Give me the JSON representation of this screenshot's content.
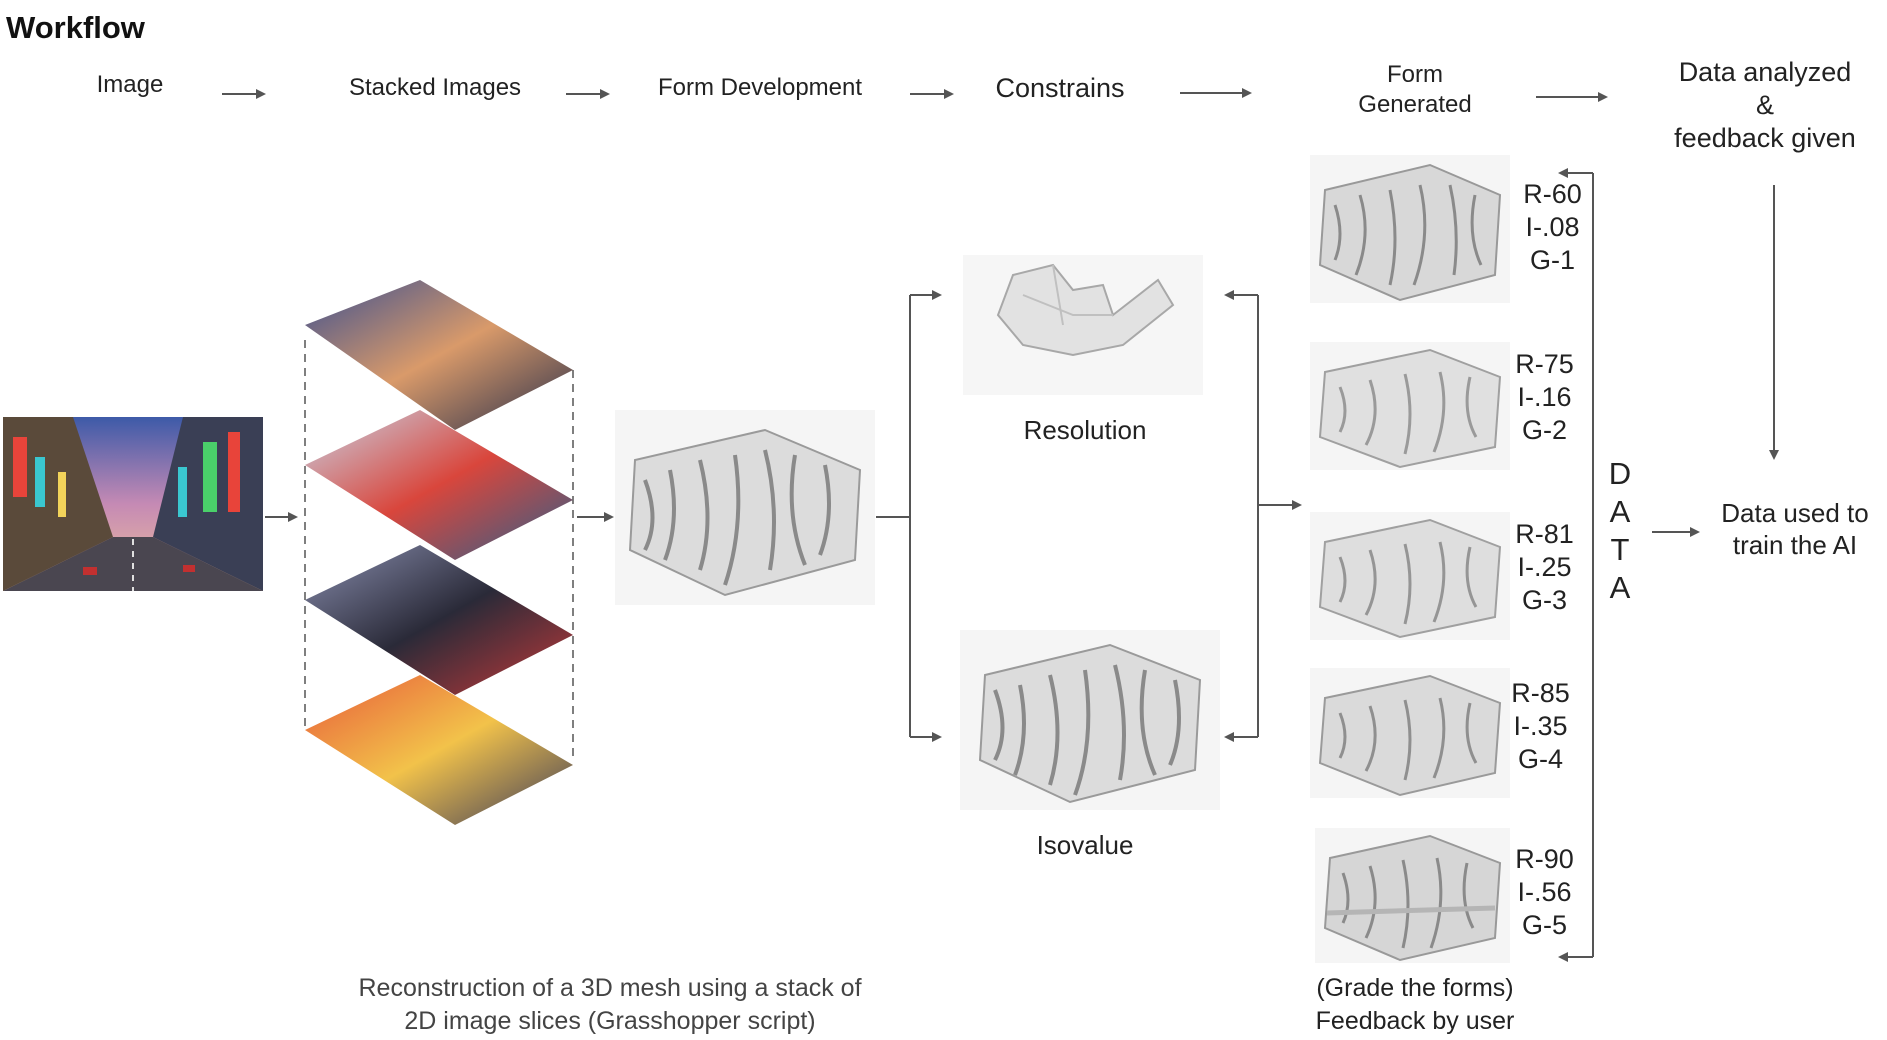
{
  "title": "Workflow",
  "steps": {
    "image": "Image",
    "stacked": "Stacked Images",
    "form_dev": "Form Development",
    "constrains": "Constrains",
    "form_gen": "Form\nGenerated",
    "data_analyzed": "Data analyzed\n&\nfeedback given"
  },
  "labels": {
    "resolution": "Resolution",
    "isovalue": "Isovalue",
    "data_vertical": "D\nA\nT\nA",
    "train": "Data used to\ntrain  the AI"
  },
  "grades": [
    {
      "r": "R-60",
      "i": "I-.08",
      "g": "G-1"
    },
    {
      "r": "R-75",
      "i": "I-.16",
      "g": "G-2"
    },
    {
      "r": "R-81",
      "i": "I-.25",
      "g": "G-3"
    },
    {
      "r": "R-85",
      "i": "I-.35",
      "g": "G-4"
    },
    {
      "r": "R-90",
      "i": "I-.56",
      "g": "G-5"
    }
  ],
  "captions": {
    "reconstruction": "Reconstruction of a 3D mesh using a stack of\n2D image slices (Grasshopper script)",
    "grade": "(Grade the forms)\nFeedback by user"
  },
  "colors": {
    "arrow": "#555555",
    "mesh_light": "#f2f2f2",
    "mesh_dark": "#8a8a8a",
    "photo_sky": "#4a5e9c",
    "photo_neon": "#e8443a"
  },
  "icons": [
    "arrow-right-icon",
    "arrow-left-icon",
    "arrow-down-icon",
    "bracket-connector"
  ]
}
